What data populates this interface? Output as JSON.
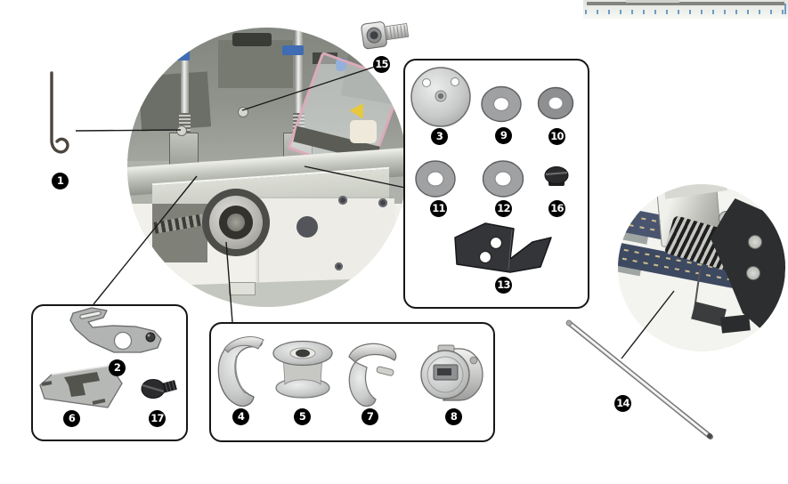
{
  "figure": {
    "kind": "machine-parts-diagram",
    "parts": [
      {
        "num": "1",
        "shape": "hex-wrench"
      },
      {
        "num": "2",
        "shape": "position-bracket"
      },
      {
        "num": "3",
        "shape": "hook-cover-plate"
      },
      {
        "num": "4",
        "shape": "hook-retainer"
      },
      {
        "num": "5",
        "shape": "bobbin"
      },
      {
        "num": "6",
        "shape": "spring-plate"
      },
      {
        "num": "7",
        "shape": "hook-gib"
      },
      {
        "num": "8",
        "shape": "bobbin-case"
      },
      {
        "num": "9",
        "shape": "washer"
      },
      {
        "num": "10",
        "shape": "washer"
      },
      {
        "num": "11",
        "shape": "washer"
      },
      {
        "num": "12",
        "shape": "washer"
      },
      {
        "num": "13",
        "shape": "angled-cutter-plate"
      },
      {
        "num": "14",
        "shape": "guide-rod"
      },
      {
        "num": "15",
        "shape": "socket-head-screw"
      },
      {
        "num": "16",
        "shape": "plug-screw"
      },
      {
        "num": "17",
        "shape": "set-screw"
      }
    ],
    "insets": {
      "main": "needle-area-photo",
      "right": "frame-clamp-photo",
      "top_right": "cropped-photo-bottom-edge"
    },
    "colors": {
      "badge_bg": "#000000",
      "badge_fg": "#ffffff",
      "box_border": "#161616",
      "callout_line": "#1a1a1a",
      "metal_gray": "#9fa1a3",
      "chrome_light": "#e9eae8",
      "dark_part": "#2b2b2d",
      "denim_blue": "#49556f",
      "warning_yellow": "#e8c83c"
    }
  }
}
